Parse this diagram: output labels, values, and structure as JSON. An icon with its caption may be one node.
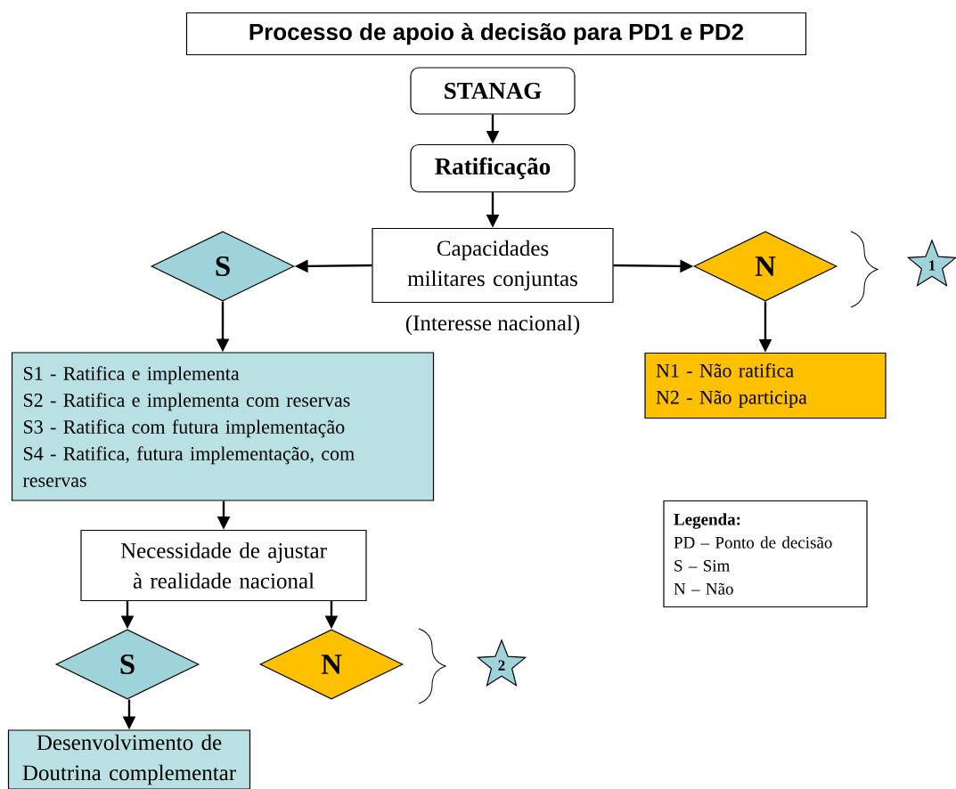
{
  "diagram": {
    "title": "Processo de apoio à decisão para PD1 e PD2",
    "nodes": [
      {
        "text": [
          "STANAG"
        ]
      },
      {
        "text": [
          "Ratificação"
        ]
      },
      {
        "text": [
          "Capacidades militares conjuntas"
        ],
        "beside": [
          "(Interesse nacional)"
        ]
      },
      {
        "text": [
          "S"
        ]
      },
      {
        "text": [
          "N"
        ]
      },
      {
        "text": [
          "S1 - Ratifica e implementa",
          "S2 - Ratifica e implementa com reservas",
          "S3 - Ratifica com futura implementação",
          "S4 - Ratifica, futura implementação, com reservas"
        ]
      },
      {
        "text": [
          "N1 - Não ratifica",
          "N2 - Não participa"
        ]
      },
      {
        "text": [
          "Necessidade de ajustar à realidade nacional"
        ]
      },
      {
        "text": [
          "S"
        ]
      },
      {
        "text": [
          "N"
        ]
      },
      {
        "text": [
          "Desenvolvimento de Doutrina complementar"
        ]
      },
      {
        "text": [
          "1"
        ]
      },
      {
        "text": [
          "2"
        ]
      },
      {
        "text": [
          "Legenda:",
          "PD – Ponto de decisão",
          "S – Sim",
          "N – Não"
        ]
      }
    ],
    "edges": [
      {
        "from": 0,
        "to": 1,
        "arrow": "to"
      },
      {
        "from": 1,
        "to": 2,
        "arrow": "to"
      },
      {
        "from": 2,
        "to": 3,
        "arrow": "to"
      },
      {
        "from": 2,
        "to": 4,
        "arrow": "to"
      },
      {
        "from": 3,
        "to": 5,
        "arrow": "to"
      },
      {
        "from": 4,
        "to": 6,
        "arrow": "to"
      },
      {
        "from": 5,
        "to": 7,
        "arrow": "to"
      },
      {
        "from": 7,
        "to": 8,
        "arrow": "to"
      },
      {
        "from": 7,
        "to": 9,
        "arrow": "to"
      },
      {
        "from": 8,
        "to": 10,
        "arrow": "to"
      }
    ]
  }
}
